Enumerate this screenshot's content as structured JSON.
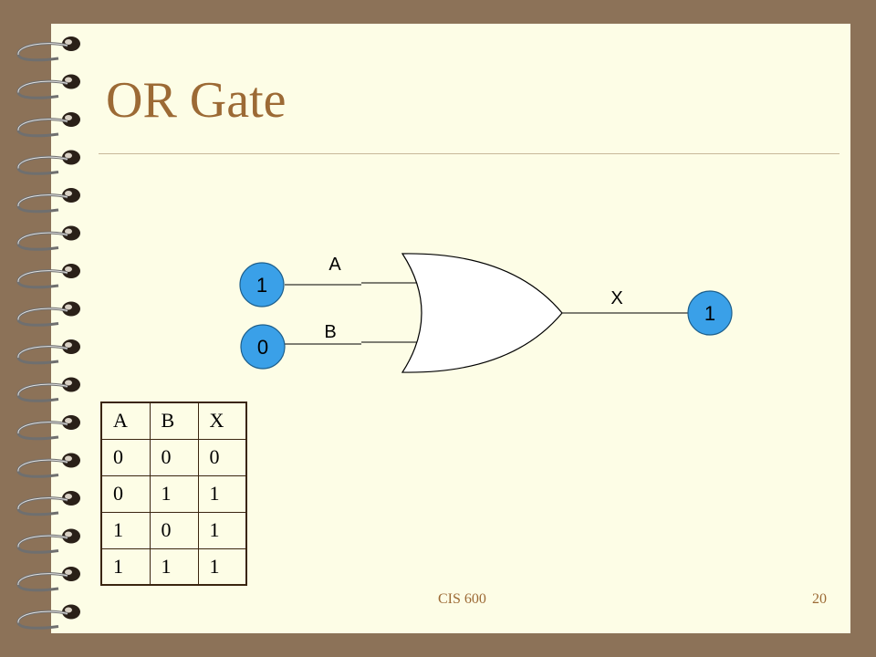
{
  "slide": {
    "title": "OR Gate",
    "footer_center": "CIS 600",
    "footer_page": "20"
  },
  "circuit": {
    "input_a": {
      "label": "A",
      "value": "1"
    },
    "input_b": {
      "label": "B",
      "value": "0"
    },
    "output": {
      "label": "X",
      "value": "1"
    },
    "colors": {
      "node_fill": "#3aa0e8",
      "gate_fill": "#ffffff",
      "wire": "#000000"
    }
  },
  "truth_table": {
    "header": [
      "A",
      "B",
      "X"
    ],
    "rows": [
      [
        "0",
        "0",
        "0"
      ],
      [
        "0",
        "1",
        "1"
      ],
      [
        "1",
        "0",
        "1"
      ],
      [
        "1",
        "1",
        "1"
      ]
    ]
  }
}
